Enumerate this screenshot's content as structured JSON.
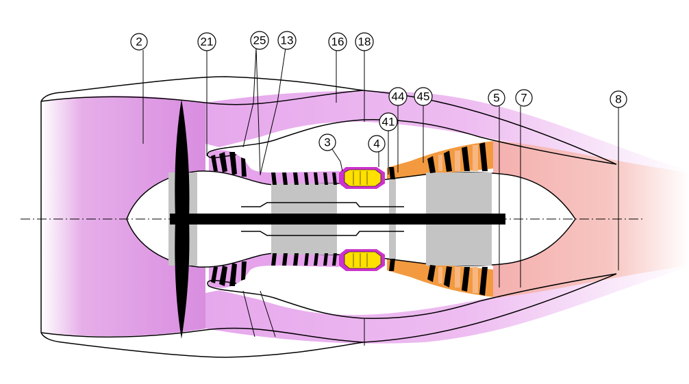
{
  "diagram": {
    "stations": [
      {
        "id": "s2",
        "label": "2"
      },
      {
        "id": "s21",
        "label": "21"
      },
      {
        "id": "s25",
        "label": "25"
      },
      {
        "id": "s13",
        "label": "13"
      },
      {
        "id": "s16",
        "label": "16"
      },
      {
        "id": "s18",
        "label": "18"
      },
      {
        "id": "s44",
        "label": "44"
      },
      {
        "id": "s41",
        "label": "41"
      },
      {
        "id": "s45",
        "label": "45"
      },
      {
        "id": "s3",
        "label": "3"
      },
      {
        "id": "s4",
        "label": "4"
      },
      {
        "id": "s5",
        "label": "5"
      },
      {
        "id": "s7",
        "label": "7"
      },
      {
        "id": "s8",
        "label": "8"
      }
    ],
    "colors": {
      "inlet_flow": "#d98de0",
      "bypass_flow": "#e9b5ee",
      "compressor_flow": "#e6a3ec",
      "combustor_liner": "#cc33cc",
      "combustor_fill": "#ffe000",
      "turbine_flow": "#f39a40",
      "turbine_light": "#f8b782",
      "exhaust_flow": "#f5b8b4",
      "core_grey": "#c4c4c4",
      "blade": "#000000"
    }
  }
}
